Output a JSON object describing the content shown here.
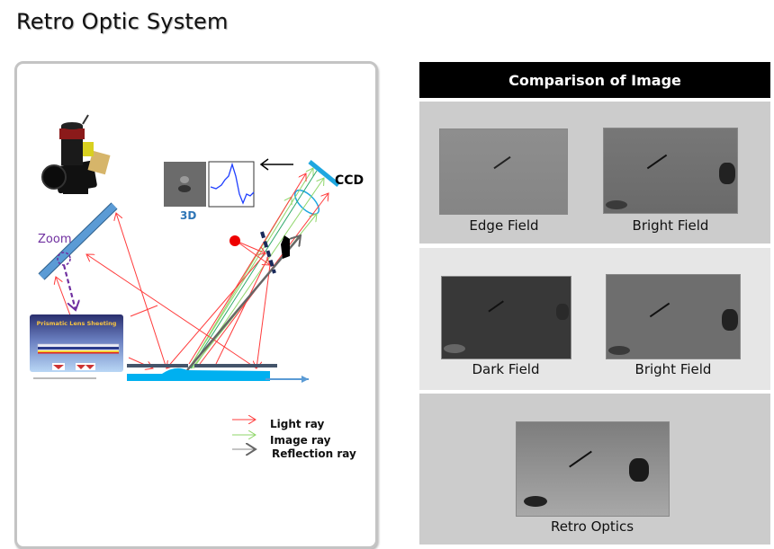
{
  "page": {
    "title": "Retro Optic System"
  },
  "diagram": {
    "labels": {
      "zoom": "Zoom",
      "three_d": "3D",
      "ccd": "CCD",
      "prismatic_title": "Prismatic Lens Sheeting"
    },
    "legend": [
      {
        "label": "Light  ray",
        "color": "#ff3b3b"
      },
      {
        "label": "Image ray",
        "color": "#8fd66a"
      },
      {
        "label": "Reflection ray",
        "color": "#777777"
      }
    ],
    "colors": {
      "mirror": "#5b9bd5",
      "ccd": "#1ea7e0",
      "water": "#00b0f0",
      "plate": "#44546a",
      "zoom_purple": "#7030a0",
      "light_ray": "#ff3b3b",
      "image_ray": "#8fd66a",
      "reflection_ray": "#666666",
      "profile_line": "#1f3fff",
      "three_d_text": "#2e75b6"
    }
  },
  "comparison": {
    "header": "Comparison of Image",
    "images": [
      {
        "caption": "Edge Field",
        "tone": "#8a8a8a"
      },
      {
        "caption": "Bright Field",
        "tone": "#6f6f6f"
      },
      {
        "caption": "Dark Field",
        "tone": "#3a3a3a"
      },
      {
        "caption": "Bright Field",
        "tone": "#6e6e6e"
      },
      {
        "caption": "Retro Optics",
        "tone": "#9a9a9a"
      }
    ]
  }
}
